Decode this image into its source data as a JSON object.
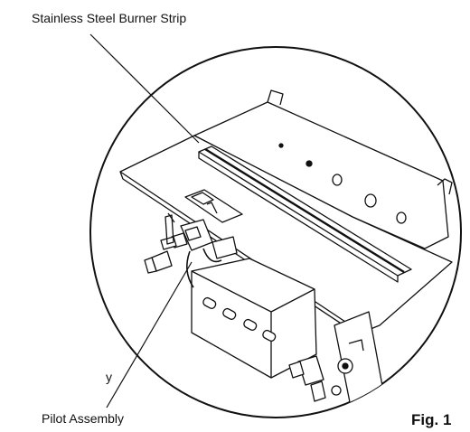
{
  "labels": {
    "burner_strip": "Stainless Steel Burner Strip",
    "pilot_assembly": "Pilot Assembly",
    "figure": "Fig. 1",
    "cut_fragment": "y"
  }
}
